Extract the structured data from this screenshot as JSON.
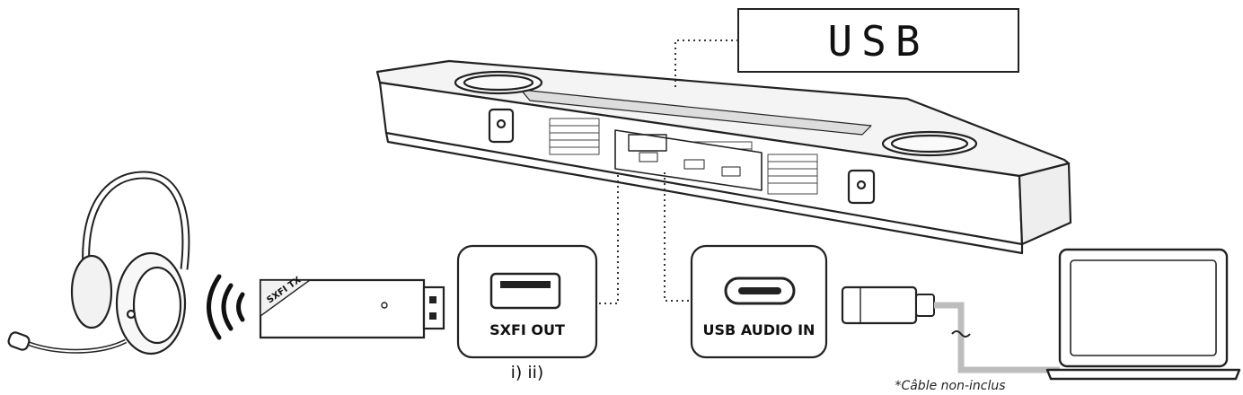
{
  "display": {
    "text": "USB"
  },
  "dongle": {
    "label": "SXFI TX"
  },
  "ports": {
    "sxfi_out": {
      "label": "SXFI OUT",
      "note": "i) ii)"
    },
    "usb_audio_in": {
      "label": "USB AUDIO IN"
    }
  },
  "cable_note": "*Câble non-inclus",
  "icons": [
    "headset-icon",
    "wireless-signal-icon",
    "usb-dongle-icon",
    "usb-a-port-icon",
    "usb-c-port-icon",
    "usb-c-cable-icon",
    "laptop-icon",
    "soundbar-icon"
  ]
}
